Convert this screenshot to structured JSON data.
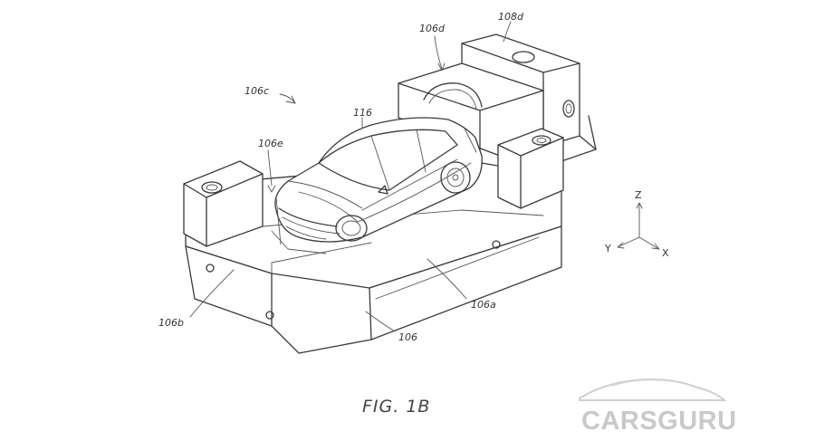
{
  "figure": {
    "caption": "FIG. 1B"
  },
  "labels": {
    "l106c": "106c",
    "l106d": "106d",
    "l108d": "108d",
    "l116": "116",
    "l106e": "106e",
    "l106b": "106b",
    "l106a": "106a",
    "l106": "106"
  },
  "axes": {
    "z": "Z",
    "y": "Y",
    "x": "X"
  },
  "watermark": {
    "text": "CARSGURU"
  }
}
